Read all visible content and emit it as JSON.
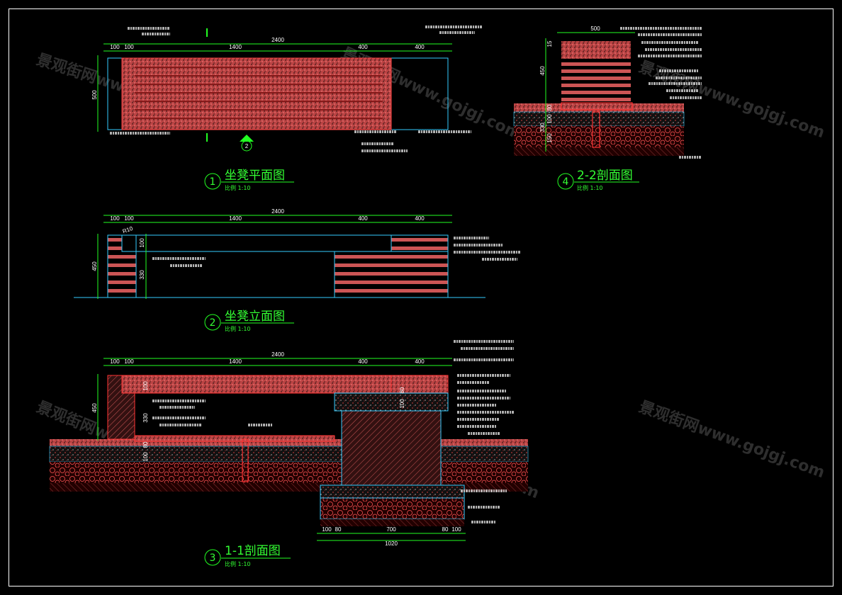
{
  "drawing": {
    "views": [
      {
        "number": "1",
        "title": "坐凳平面图",
        "scale": "比例 1:10"
      },
      {
        "number": "2",
        "title": "坐凳立面图",
        "scale": "比例 1:10"
      },
      {
        "number": "3",
        "title": "1-1剖面图",
        "scale": "比例 1:10"
      },
      {
        "number": "4",
        "title": "2-2剖面图",
        "scale": "比例 1:10"
      }
    ],
    "plan_dims": {
      "total": "2400",
      "parts": [
        "100",
        "100",
        "1400",
        "400",
        "400"
      ],
      "height": "500",
      "section_mark": "2"
    },
    "elevation_dims": {
      "total": "2400",
      "parts": [
        "100",
        "100",
        "1400",
        "400",
        "400"
      ],
      "height": "450",
      "sub": [
        "100",
        "330"
      ],
      "radius": "R10"
    },
    "section11_dims": {
      "total": "2400",
      "parts": [
        "100",
        "100",
        "1400",
        "400",
        "400"
      ],
      "height": "450",
      "bottom": [
        "100",
        "80",
        "700",
        "80",
        "100"
      ],
      "bottom_total": "1020",
      "side": [
        "80",
        "100",
        "330",
        "80",
        "100"
      ]
    },
    "section22_dims": {
      "width": "500",
      "height": "450",
      "top": "15",
      "layers": [
        "80",
        "100",
        "150"
      ],
      "total": "330"
    },
    "watermark": "景观街网www.gojgj.com",
    "colors": {
      "background": "#000000",
      "dimension": "#22ff22",
      "outline": "#33ccff",
      "material": "#ff3333"
    }
  }
}
